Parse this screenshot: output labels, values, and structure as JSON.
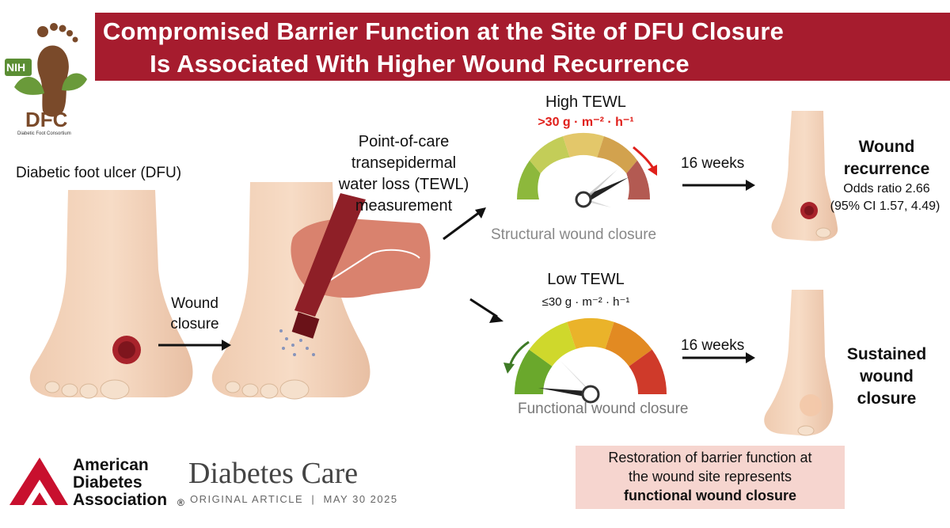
{
  "title": {
    "line1": "Compromised Barrier Function at the Site of DFU Closure",
    "line2": "Is Associated With Higher Wound Recurrence"
  },
  "logo": {
    "badge": "NIH",
    "short": "DFC",
    "full": "Diabetic Foot Consortium"
  },
  "left": {
    "dfu_label": "Diabetic foot ulcer (DFU)",
    "closure_line1": "Wound",
    "closure_line2": "closure"
  },
  "measurement": {
    "line1": "Point-of-care",
    "line2": "transepidermal",
    "line3": "water loss (TEWL)",
    "line4": "measurement"
  },
  "high": {
    "title": "High TEWL",
    "value": ">30 g · m⁻² · h⁻¹",
    "gauge_caption": "Structural wound closure",
    "weeks": "16 weeks",
    "outcome_line1": "Wound",
    "outcome_line2": "recurrence",
    "odds": "Odds ratio 2.66",
    "ci": "(95% CI 1.57, 4.49)"
  },
  "low": {
    "title": "Low TEWL",
    "value": "≤30 g · m⁻² · h⁻¹",
    "gauge_caption": "Functional wound closure",
    "weeks": "16 weeks",
    "outcome_line1": "Sustained",
    "outcome_line2": "wound",
    "outcome_line3": "closure"
  },
  "footer": {
    "ada_line1": "American",
    "ada_line2": "Diabetes",
    "ada_line3": "Association",
    "ada_mark": "®",
    "journal": "Diabetes Care",
    "meta": "ORIGINAL ARTICLE  |  MAY 30 2025"
  },
  "conclusion": {
    "line1": "Restoration of barrier function at",
    "line2": "the wound site represents",
    "line3": "functional wound closure"
  },
  "colors": {
    "banner": "#a61c2e",
    "high_value": "#e0201b",
    "skin": "#f2d2b8",
    "ulcer": "#a8232b",
    "hand": "#d9826e",
    "ada_red": "#c8102e"
  }
}
